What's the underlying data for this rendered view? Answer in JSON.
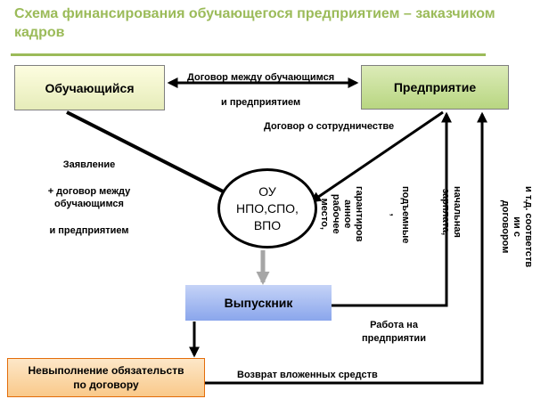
{
  "title": "Схема финансирования обучающегося предприятием – заказчиком кадров",
  "colors": {
    "title": "#9bbb59",
    "student_box": "#f1f4cc",
    "enterprise_box": "#c6df98",
    "graduate_box": "#99b2ee",
    "breach_box": "#fbd7a8",
    "breach_border": "#e36c09",
    "arrow": "#000000",
    "gray_arrow": "#a6a6a6"
  },
  "nodes": {
    "student": "Обучающийся",
    "enterprise": "Предприятие",
    "institution_line1": "ОУ",
    "institution_line2": "НПО,СПО,",
    "institution_line3": "ВПО",
    "graduate": "Выпускник",
    "breach_line1": "Невыполнение обязательств",
    "breach_line2": "по договору"
  },
  "labels": {
    "contract_between_line1": "Договор между обучающимся",
    "contract_between_line2": "и предприятием",
    "cooperation": "Договор о сотрудничестве",
    "application_line1": "Заявление",
    "application_line2": "+ договор между",
    "application_line3": "обучающимся",
    "application_line4": "и предприятием",
    "job_line1": "Работа на",
    "job_line2": "предприятии",
    "refund": "Возврат вложенных средств",
    "guaranteed_line1": "гарантиров",
    "guaranteed_line2": "анное",
    "guaranteed_line3": "рабочее",
    "guaranteed_line4": "место,",
    "lifting_line1": "подъемные",
    "lifting_line2": ",",
    "salary_line1": "начальная",
    "salary_line2": "зарплата,",
    "accordance_line1": "и т.д. соответств",
    "accordance_line2": "ии с",
    "accordance_line3": "договором"
  }
}
